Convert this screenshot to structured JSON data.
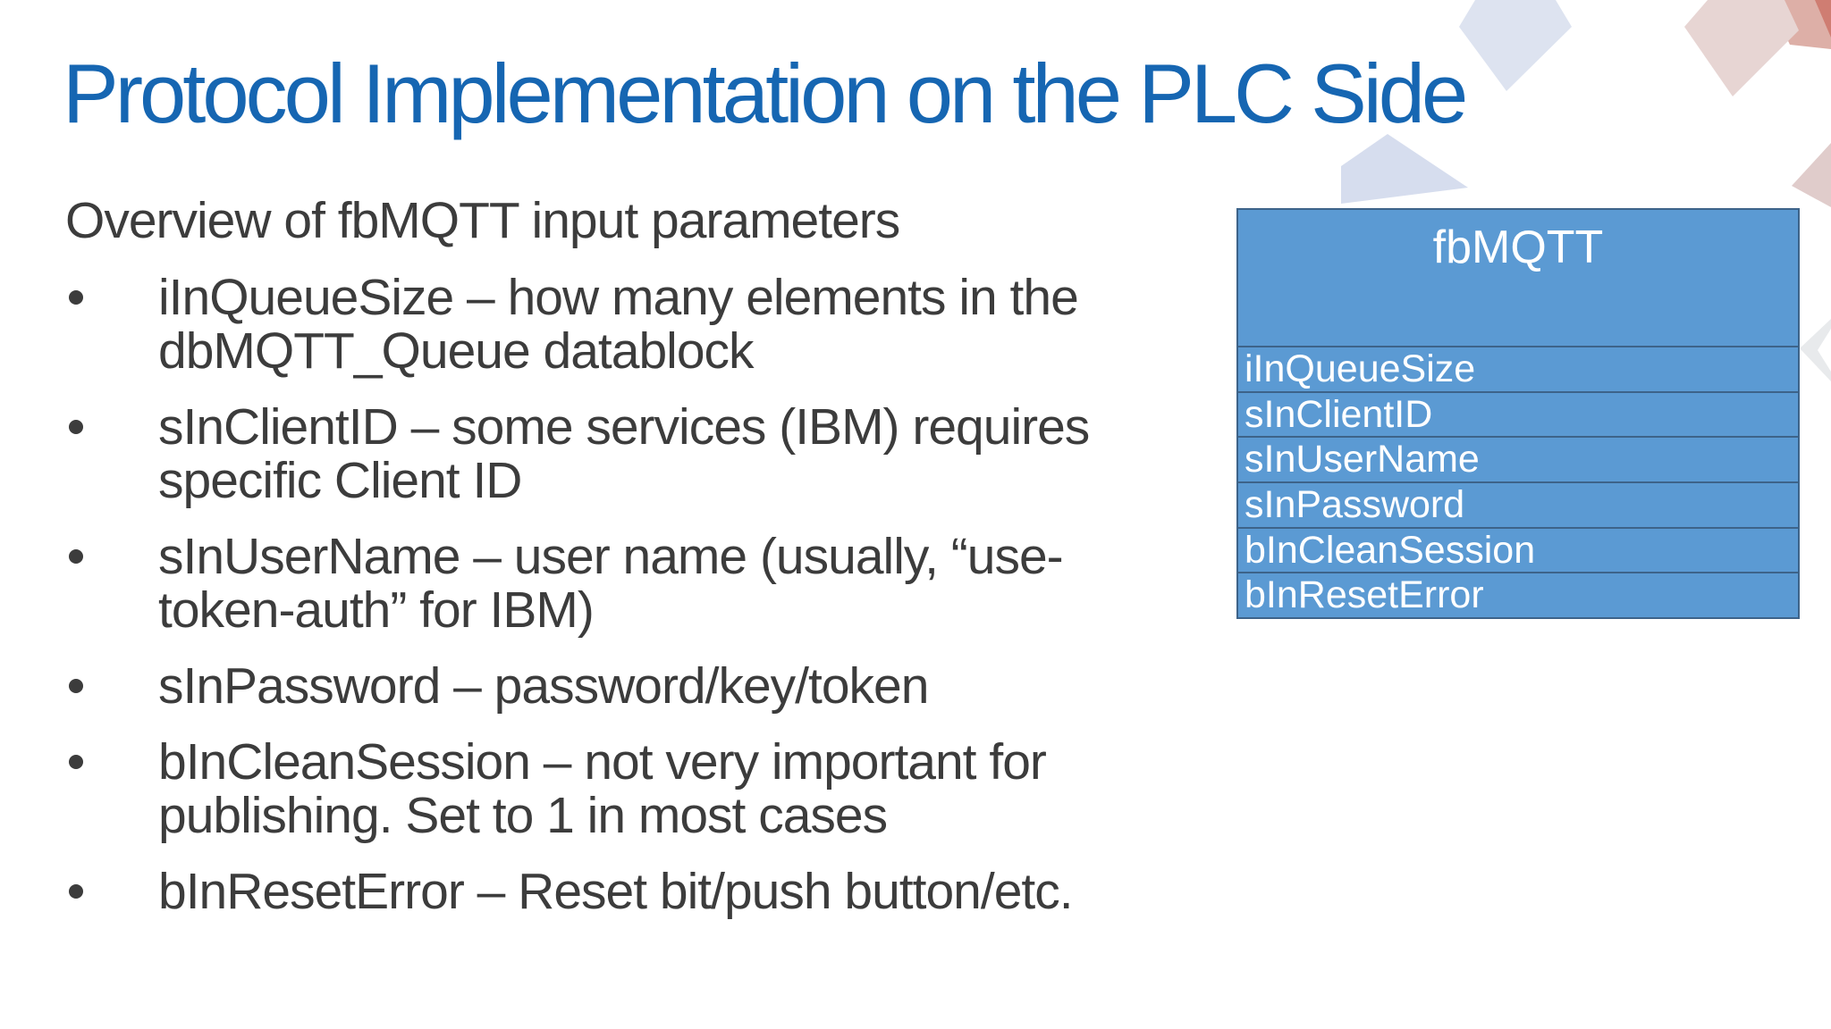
{
  "slide": {
    "title": "Protocol Implementation on the PLC Side",
    "subtitle": "Overview of fbMQTT input parameters"
  },
  "bullets": [
    {
      "lines": [
        "iInQueueSize – how many elements in the",
        "dbMQTT_Queue datablock"
      ]
    },
    {
      "lines": [
        "sInClientID – some services (IBM) requires",
        "specific Client ID"
      ]
    },
    {
      "lines": [
        "sInUserName – user name (usually, “use-",
        "token-auth” for IBM)"
      ]
    },
    {
      "lines": [
        "sInPassword – password/key/token"
      ]
    },
    {
      "lines": [
        "bInCleanSession – not very important for",
        "publishing. Set to 1 in most cases"
      ]
    },
    {
      "lines": [
        "bInResetError – Reset bit/push button/etc."
      ]
    }
  ],
  "table": {
    "header": "fbMQTT",
    "rows": [
      "iInQueueSize",
      "sInClientID",
      "sInUserName",
      "sInPassword",
      "bInCleanSession",
      "bInResetError"
    ]
  },
  "colors": {
    "title_blue": "#1666b2",
    "body_gray": "#3c3c3c",
    "table_blue": "#5b9ad3",
    "table_border": "#3d6389",
    "decor_periwinkle": "#dde3f0",
    "decor_periwinkle_deep": "#d6ddee",
    "decor_pink": "#e7d5d3",
    "decor_pink_deep": "#e0cccb",
    "decor_salmon": "#ddafa7",
    "decor_red": "#cf7d72",
    "decor_gray": "#e8eaec",
    "decor_white": "#ffffff"
  }
}
